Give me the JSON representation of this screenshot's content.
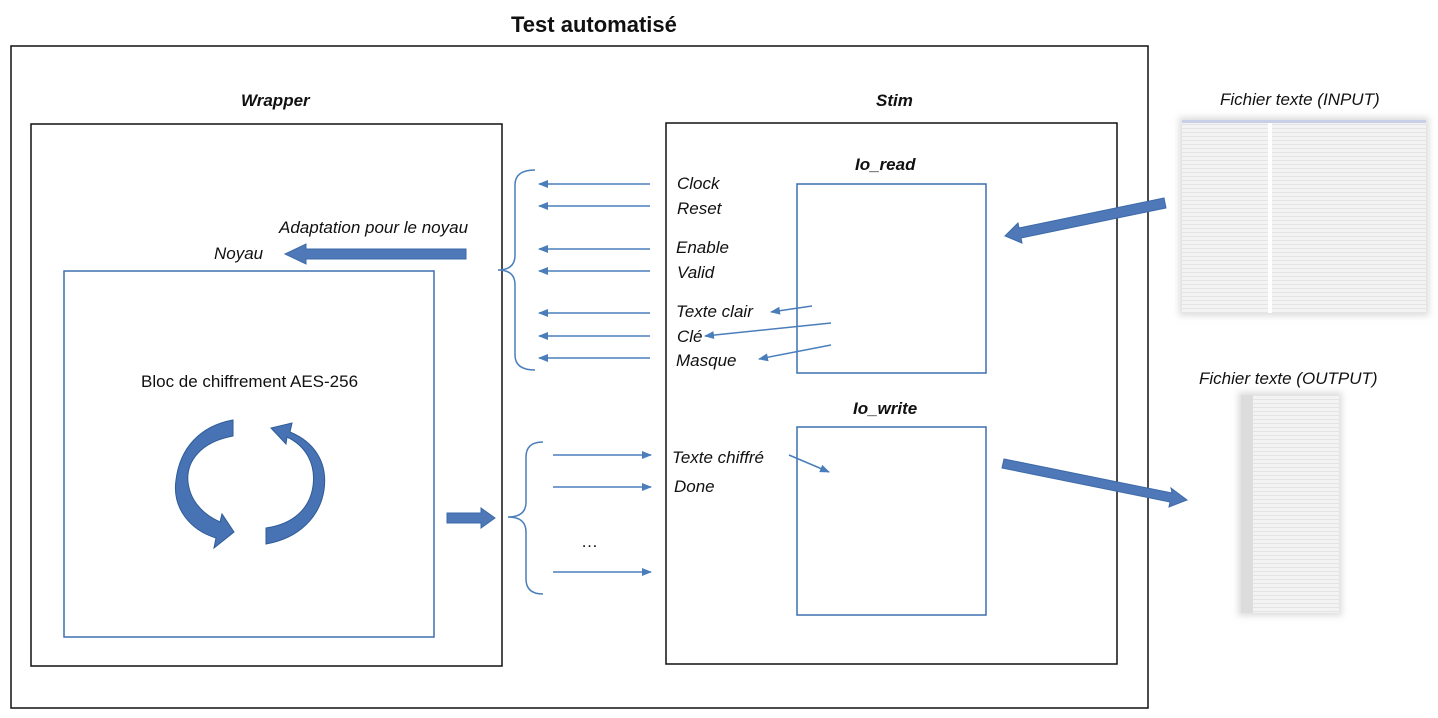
{
  "title": "Test automatisé",
  "wrapper": {
    "label": "Wrapper",
    "adaptation": "Adaptation pour le noyau",
    "noyau": "Noyau",
    "bloc": "Bloc de chiffrement AES-256"
  },
  "stim": {
    "label": "Stim",
    "io_read": "Io_read",
    "io_write": "Io_write",
    "signals_in": [
      "Clock",
      "Reset",
      "Enable",
      "Valid",
      "Texte clair",
      "Clé",
      "Masque"
    ],
    "signals_out": [
      "Texte chiffré",
      "Done"
    ],
    "ellipsis": "…"
  },
  "files": {
    "input": "Fichier texte (INPUT)",
    "output": "Fichier texte (OUTPUT)"
  },
  "colors": {
    "arrow": "#4a7ebb",
    "block_arrow": "#4f78b8",
    "cycle_arrow": "#3f6fb0",
    "box_blue": "#3d6fb0",
    "box_black": "#111111"
  }
}
